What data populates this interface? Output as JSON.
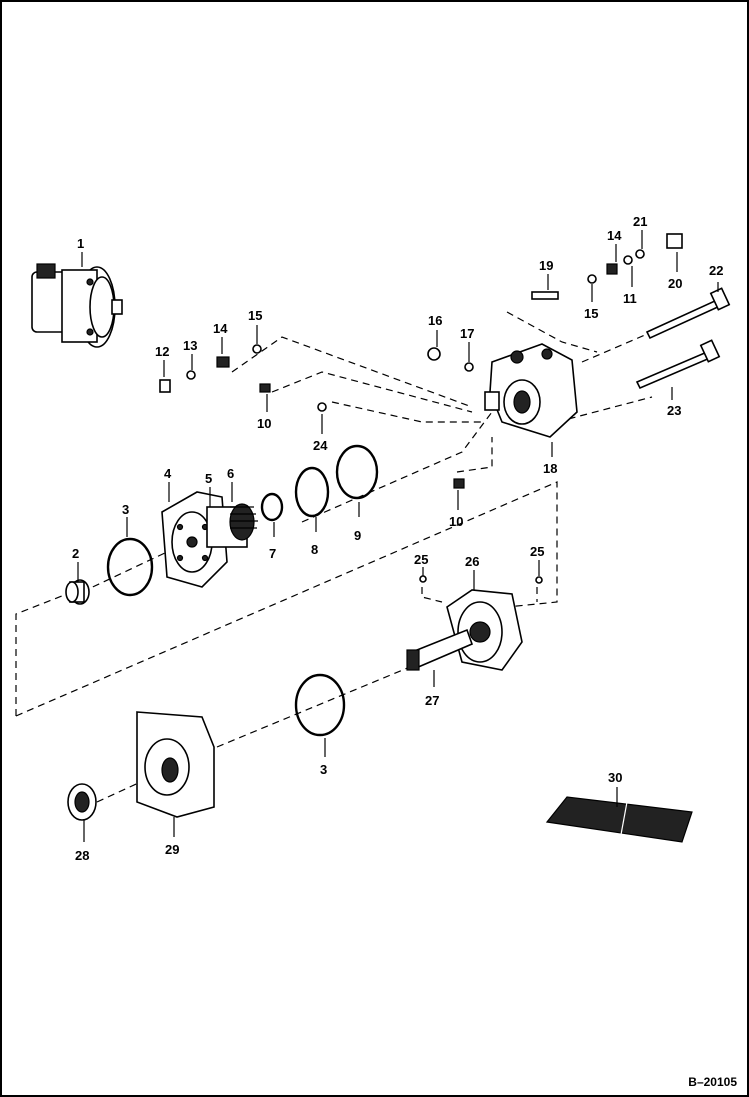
{
  "figure_id": "B–20105",
  "callouts": {
    "c1": "1",
    "c2": "2",
    "c3a": "3",
    "c3b": "3",
    "c4": "4",
    "c5": "5",
    "c6": "6",
    "c7": "7",
    "c8": "8",
    "c9": "9",
    "c10a": "10",
    "c10b": "10",
    "c11": "11",
    "c12": "12",
    "c13": "13",
    "c14a": "14",
    "c14b": "14",
    "c15a": "15",
    "c15b": "15",
    "c16": "16",
    "c17": "17",
    "c18": "18",
    "c19": "19",
    "c20": "20",
    "c21": "21",
    "c22": "22",
    "c23": "23",
    "c24": "24",
    "c25a": "25",
    "c25b": "25",
    "c26": "26",
    "c27": "27",
    "c28": "28",
    "c29": "29",
    "c30": "30"
  }
}
